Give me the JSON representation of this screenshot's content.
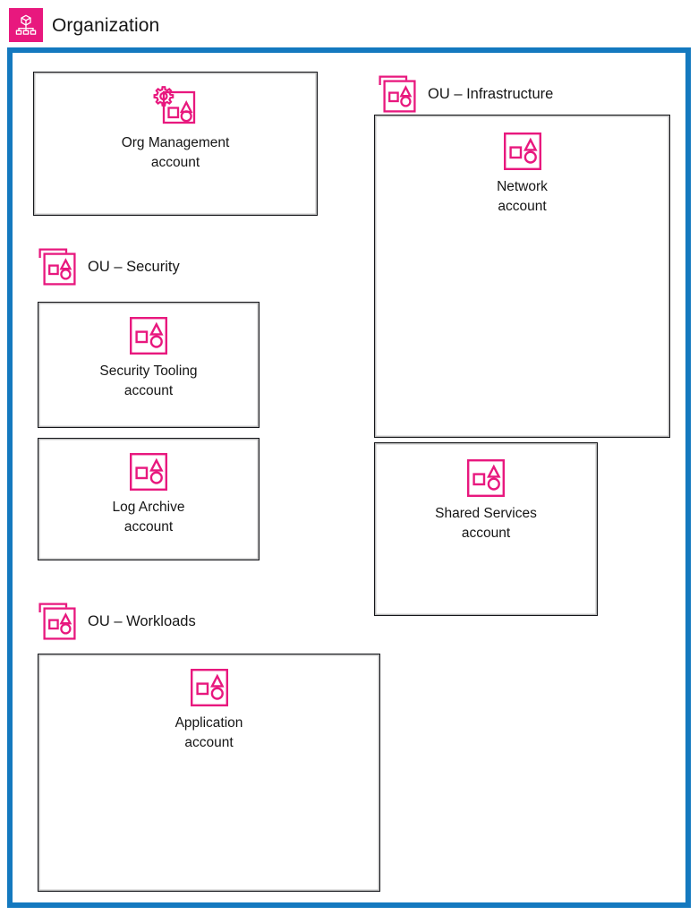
{
  "header": {
    "title": "Organization",
    "icon": "organization-hierarchy-icon",
    "badge_color": "#E8187E"
  },
  "colors": {
    "brand_pink": "#E8187E",
    "frame_blue": "#1479BF",
    "box_border": "#15161A",
    "box_shadow": "#B9B9B9",
    "text": "#161616",
    "background": "#FFFFFF"
  },
  "diagram": {
    "type": "aws-organization-landing-zone",
    "frame_label": "Organization",
    "accounts": [
      {
        "id": "org-management",
        "name": "Org Management",
        "suffix": "account",
        "icon": "management-account-icon",
        "parent": "organization"
      },
      {
        "id": "security-tooling",
        "name": "Security Tooling",
        "suffix": "account",
        "icon": "account-icon",
        "parent": "ou-security"
      },
      {
        "id": "log-archive",
        "name": "Log Archive",
        "suffix": "account",
        "icon": "account-icon",
        "parent": "ou-security"
      },
      {
        "id": "application",
        "name": "Application",
        "suffix": "account",
        "icon": "account-icon",
        "parent": "ou-workloads"
      },
      {
        "id": "network",
        "name": "Network",
        "suffix": "account",
        "icon": "account-icon",
        "parent": "ou-infrastructure"
      },
      {
        "id": "shared-services",
        "name": "Shared Services",
        "suffix": "account",
        "icon": "account-icon",
        "parent": "ou-infrastructure"
      }
    ],
    "organizational_units": [
      {
        "id": "ou-security",
        "label": "OU – Security",
        "icon": "ou-icon"
      },
      {
        "id": "ou-workloads",
        "label": "OU – Workloads",
        "icon": "ou-icon"
      },
      {
        "id": "ou-infrastructure",
        "label": "OU – Infrastructure",
        "icon": "ou-icon"
      }
    ]
  }
}
